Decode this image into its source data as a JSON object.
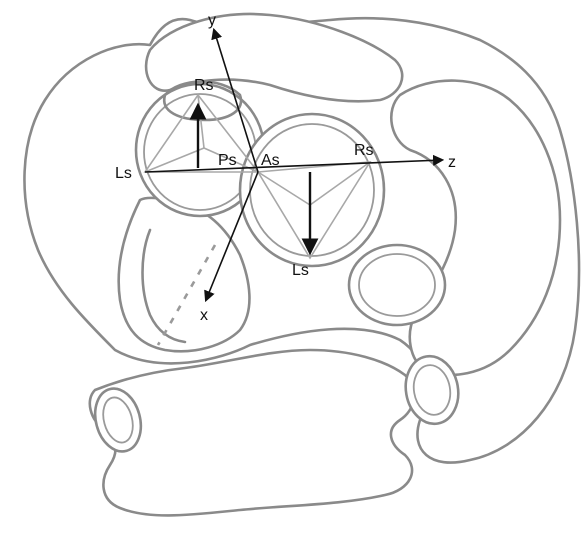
{
  "axes": {
    "x": "x",
    "y": "y",
    "z": "z"
  },
  "pulmonary_valve": {
    "right_sinus": "Rs",
    "left_sinus": "Ls",
    "posterior_sinus": "Ps"
  },
  "aortic_valve": {
    "anterior_sinus": "As",
    "right_sinus": "Rs",
    "left_sinus": "Ls"
  }
}
